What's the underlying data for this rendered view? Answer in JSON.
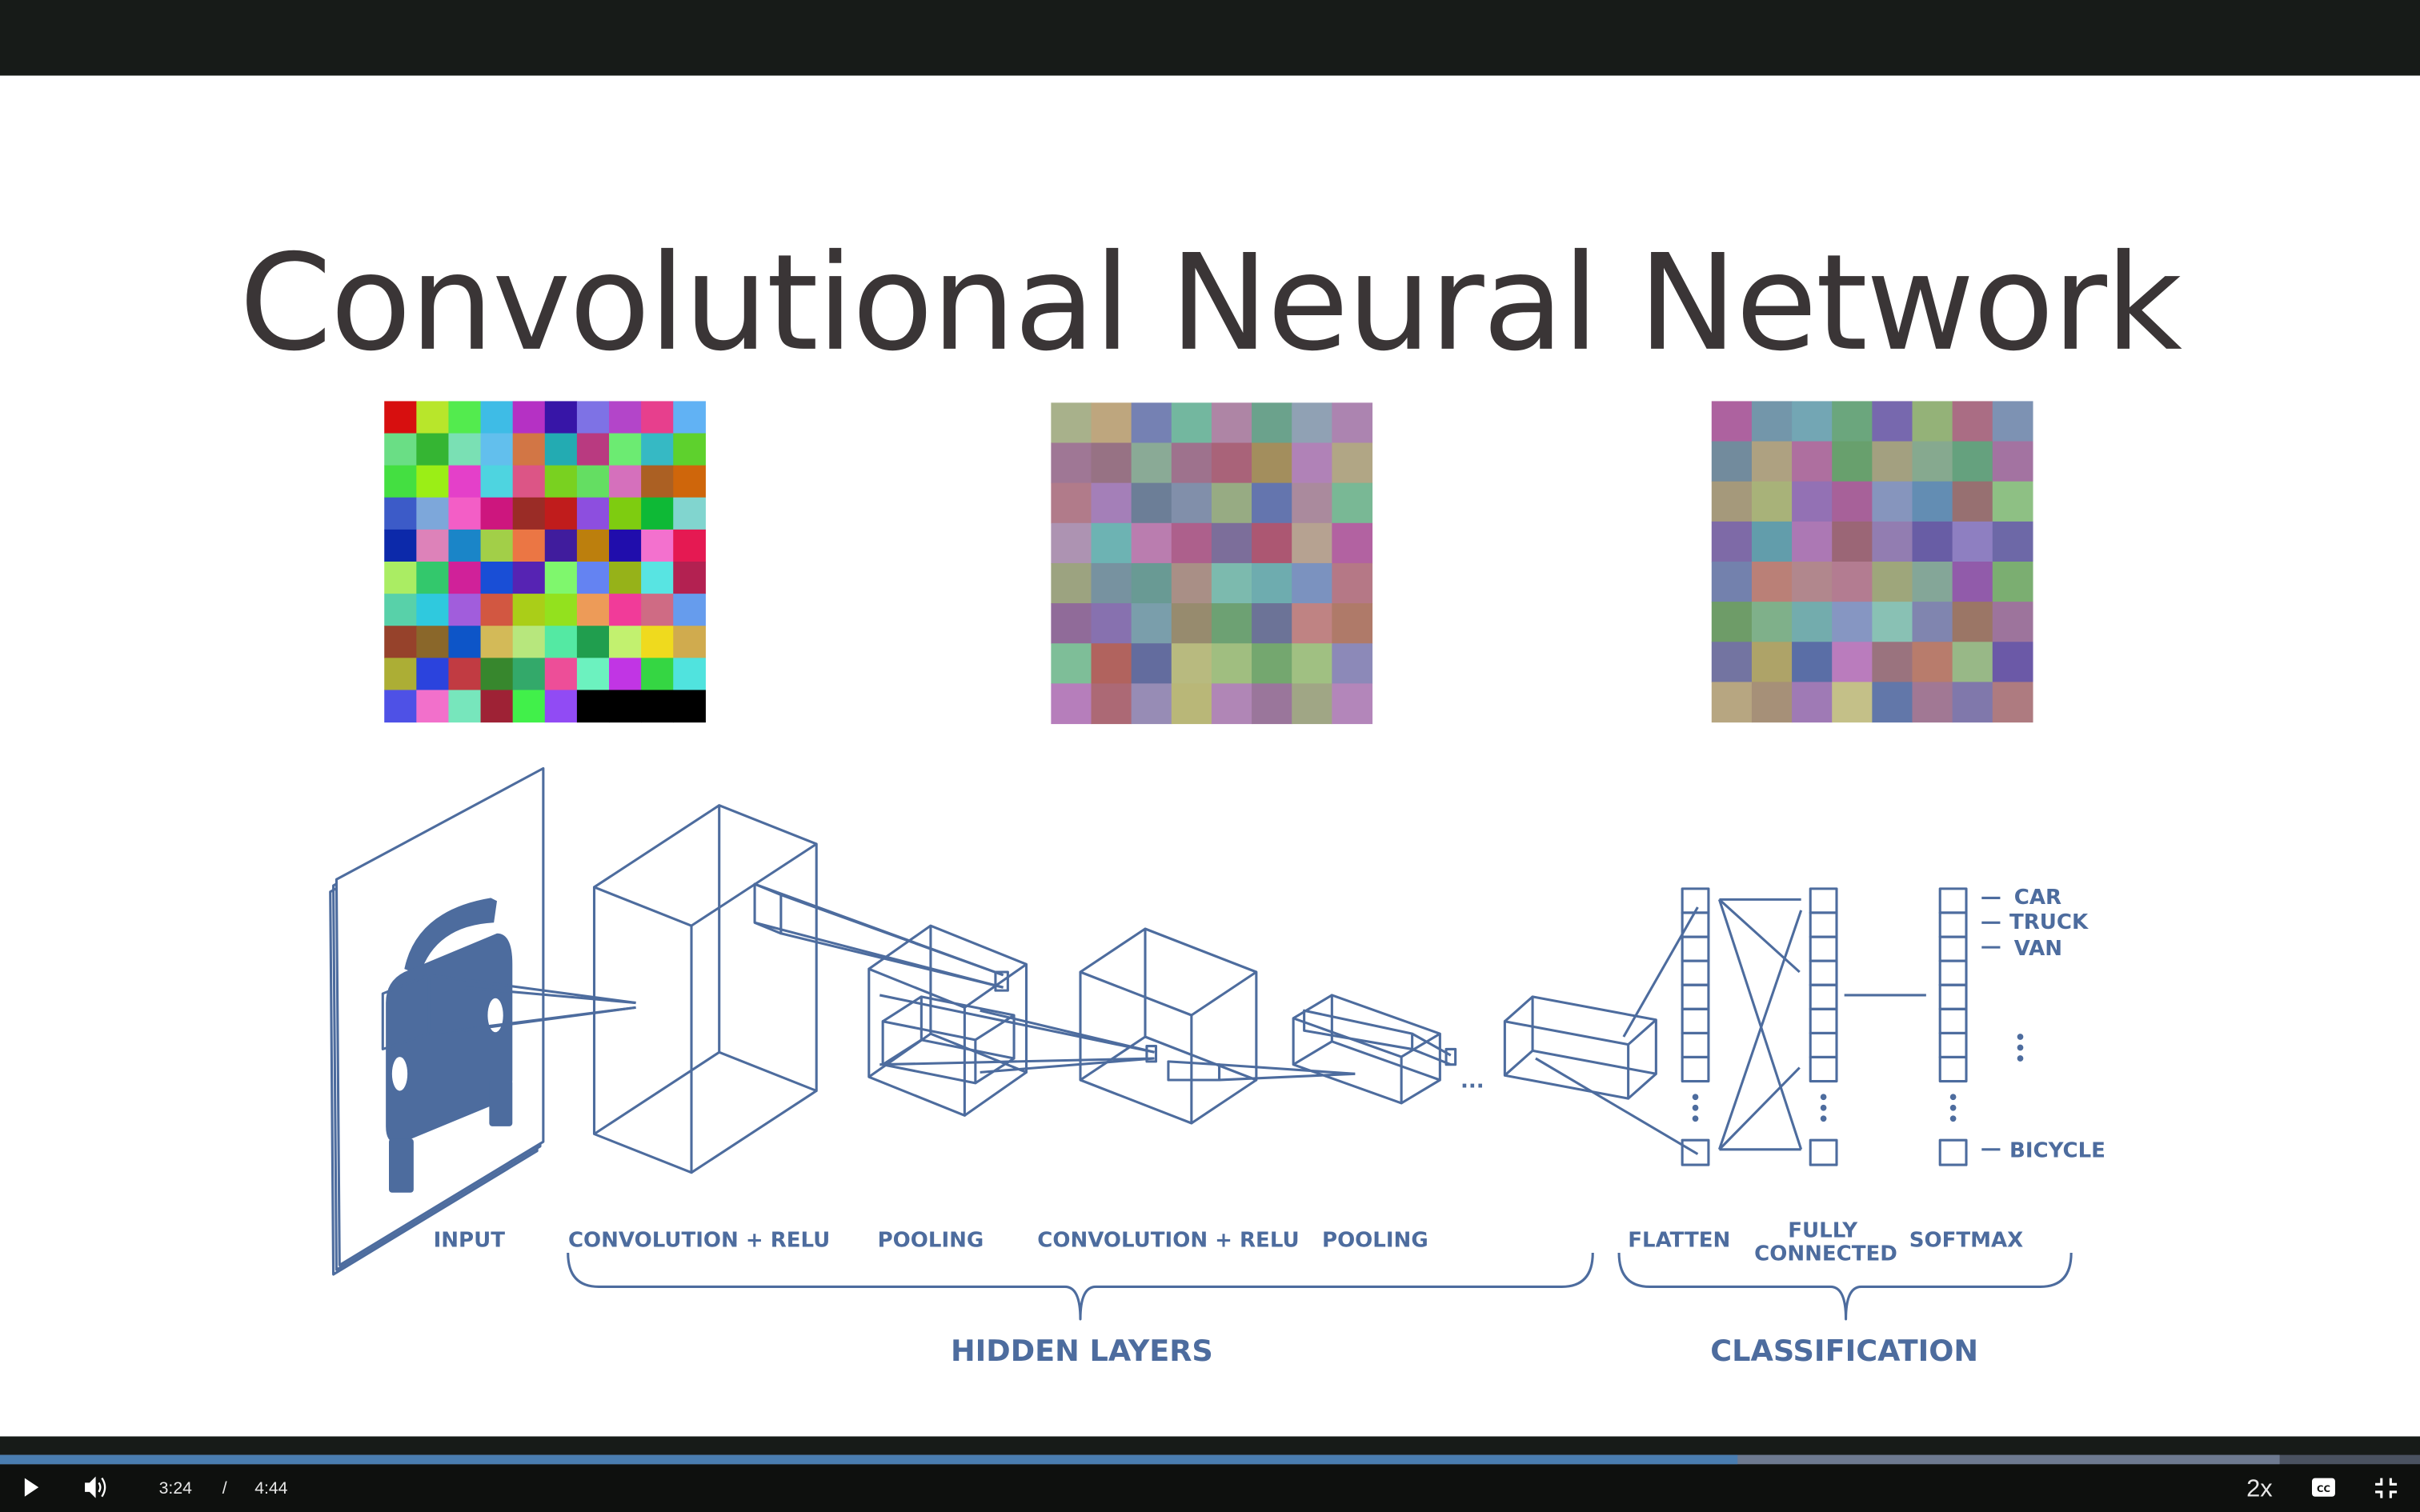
{
  "slide": {
    "title": "Convolutional Neural Network",
    "layers": {
      "input": "INPUT",
      "conv1": "CONVOLUTION + RELU",
      "pool1": "POOLING",
      "conv2": "CONVOLUTION + RELU",
      "pool2": "POOLING",
      "ellipsis": "...",
      "flatten": "FLATTEN",
      "fc_line1": "FULLY",
      "fc_line2": "CONNECTED",
      "softmax": "SOFTMAX"
    },
    "groups": {
      "hidden": "HIDDEN LAYERS",
      "classification": "CLASSIFICATION"
    },
    "outputs": [
      "CAR",
      "TRUCK",
      "VAN",
      "BICYCLE"
    ],
    "colors": {
      "diagram": "#4d6c9e",
      "title": "#3a3536"
    }
  },
  "player": {
    "current_time": "3:24",
    "separator": "/",
    "duration": "4:44",
    "speed": "2x",
    "progress_fraction": 0.718,
    "buffered_fraction": 0.942,
    "icons": {
      "play": "play-icon",
      "volume": "volume-icon",
      "cc": "captions-icon",
      "fullscreen": "exit-fullscreen-icon"
    },
    "colors": {
      "progress": "#4a7db0",
      "buffered": "#6e7a90",
      "track": "#4a5260"
    }
  }
}
